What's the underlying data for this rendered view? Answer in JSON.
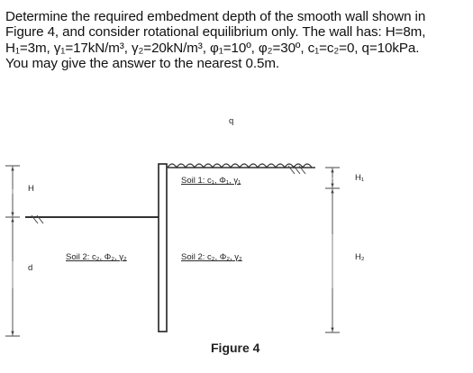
{
  "problem": {
    "line1": "Determine the required embedment depth of the smooth wall shown in",
    "line2": "Figure 4, and consider rotational equilibrium only. The wall has: H=8m,",
    "line3": "H₁=3m, γ₁=17kN/m³, γ₂=20kN/m³, φ₁=10º, φ₂=30º, c₁=c₂=0, q=10kPa.",
    "line4": "You may give the answer to the nearest 0.5m."
  },
  "figure": {
    "surcharge_label": "q",
    "dim_left_upper": "H",
    "dim_left_lower": "d",
    "dim_right_upper": "H₁",
    "dim_right_lower": "H₂",
    "soil1_label": "Soil 1: c₁, Φ₁, γ₁",
    "soil2_left_label": "Soil 2: c₂, Φ₂, γ₂",
    "soil2_right_label": "Soil 2: c₂, Φ₂, γ₂",
    "caption": "Figure 4"
  }
}
